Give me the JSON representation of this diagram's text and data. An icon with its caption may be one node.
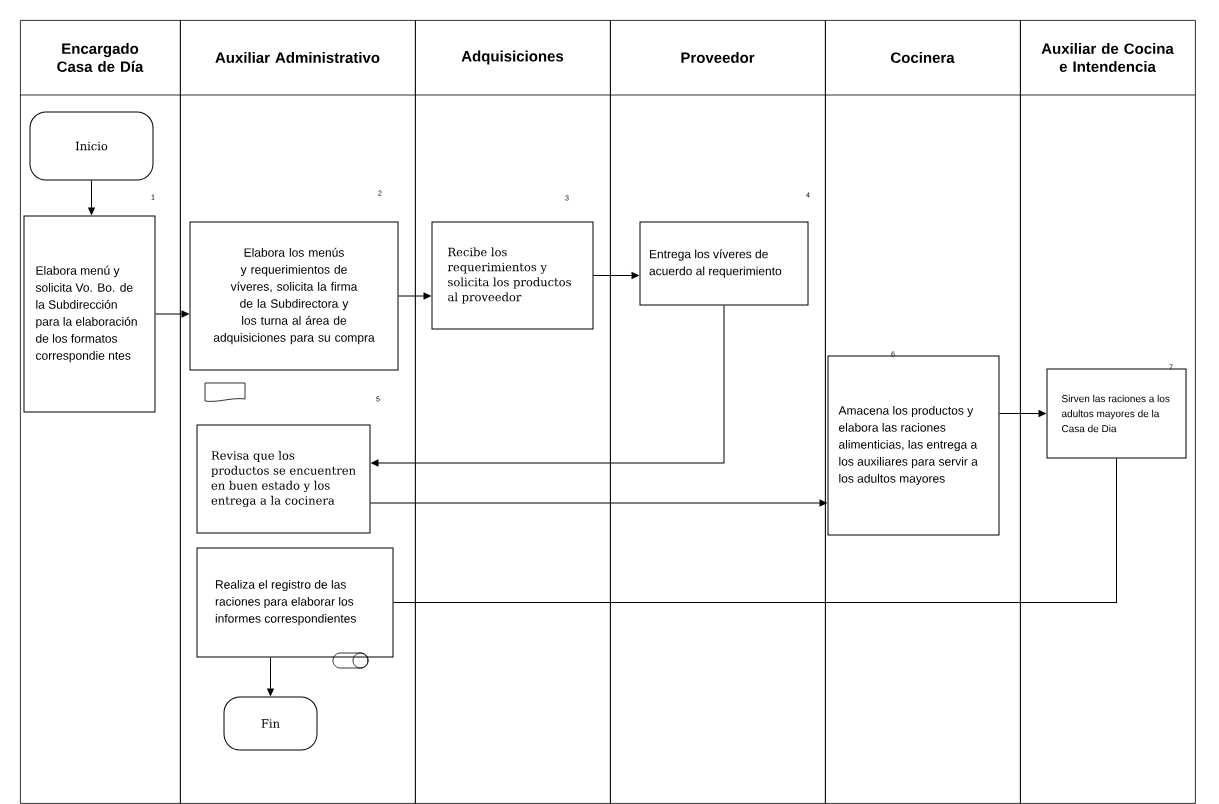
{
  "diagram": {
    "nodes": [
      {
        "text": [
          "Encargado Casa de Día"
        ]
      },
      {
        "text": [
          "Auxiliar Administrativo"
        ]
      },
      {
        "text": [
          "Adquisiciones"
        ]
      },
      {
        "text": [
          "Proveedor"
        ]
      },
      {
        "text": [
          "Cocinera"
        ]
      },
      {
        "text": [
          "Auxiliar de Cocina e Intendencia"
        ]
      },
      {
        "text": [
          "Inicio"
        ],
        "in": 0
      },
      {
        "text": [
          "Elabora menú y solicita Vo. Bo. de la Subdirección para la elaboración de los formatos correspondie ntes"
        ],
        "in": 0
      },
      {
        "text": [
          "Elabora los menús y requerimientos de víveres, solicita la firma de la Subdirectora y los turna al área de adquisiciones para su compra"
        ],
        "in": 1
      },
      {
        "text": [
          "Recibe los requerimientos y solicita los productos al proveedor"
        ],
        "in": 2
      },
      {
        "text": [
          "Entrega los víveres de acuerdo al requerimiento"
        ],
        "in": 3
      },
      {
        "text": [
          "Revisa que los productos se encuentren en buen estado y los entrega a la cocinera"
        ],
        "in": 1
      },
      {
        "text": [
          "Amacena los productos y elabora las raciones alimenticias, las entrega a los auxiliares para servir a los adultos mayores"
        ],
        "in": 4
      },
      {
        "text": [
          "Sirven las raciones a los adultos mayores de la Casa de Dia"
        ],
        "in": 5
      },
      {
        "text": [
          "Realiza el registro de las raciones para elaborar los informes correspondientes"
        ],
        "in": 1
      },
      {
        "text": [
          "Fin"
        ],
        "in": 1
      }
    ],
    "edges": [
      {
        "from": 6,
        "to": 7,
        "arrow": "to"
      },
      {
        "from": 7,
        "to": 8,
        "arrow": "to"
      },
      {
        "from": 8,
        "to": 9,
        "arrow": "to"
      },
      {
        "from": 9,
        "to": 10,
        "arrow": "to"
      },
      {
        "from": 10,
        "to": 11,
        "arrow": "to"
      },
      {
        "from": 11,
        "to": 12,
        "arrow": "to"
      },
      {
        "from": 12,
        "to": 13,
        "arrow": "to"
      },
      {
        "from": 13,
        "to": 14,
        "arrow": "none"
      },
      {
        "from": 14,
        "to": 15,
        "arrow": "to"
      }
    ],
    "labels": [
      "1",
      "2",
      "3",
      "4",
      "5",
      "6",
      "7"
    ]
  }
}
